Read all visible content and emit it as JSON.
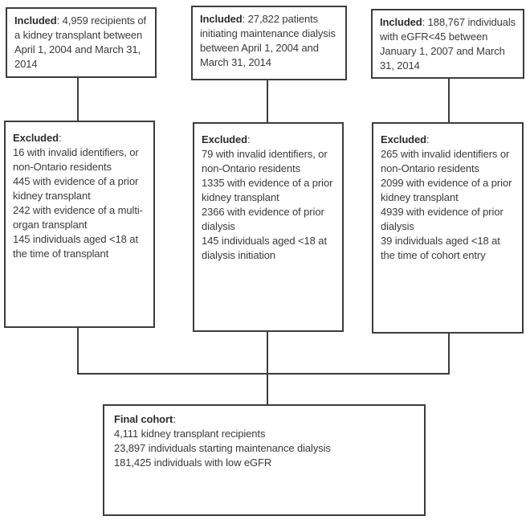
{
  "included_boxes": [
    {
      "label": "Included",
      "text": ": 4,959 recipients of a kidney transplant between April 1, 2004 and March 31, 2014"
    },
    {
      "label": "Included",
      "text": ": 27,822 patients initiating maintenance dialysis between April 1, 2004 and March 31, 2014"
    },
    {
      "label": "Included",
      "text": ": 188,767 individuals with eGFR<45 between January 1, 2007 and March 31, 2014"
    }
  ],
  "excluded_boxes": [
    {
      "label": "Excluded",
      "colon": ":",
      "items": [
        "16 with invalid identifiers, or non-Ontario residents",
        "445 with evidence of a prior kidney transplant",
        "242 with evidence of a multi-organ transplant",
        "145 individuals aged <18 at the time of transplant"
      ]
    },
    {
      "label": "Excluded",
      "colon": ":",
      "items": [
        "79 with invalid identifiers, or non-Ontario residents",
        "1335 with evidence of a prior kidney transplant",
        "2366 with evidence of prior dialysis",
        "145 individuals aged <18 at dialysis initiation"
      ]
    },
    {
      "label": "Excluded",
      "colon": ":",
      "items": [
        "265 with invalid identifiers or non-Ontario residents",
        "2099 with evidence of a prior kidney transplant",
        "4939 with evidence of prior dialysis",
        "39 individuals aged <18 at the time of cohort entry"
      ]
    }
  ],
  "final_box": {
    "label": "Final cohort",
    "colon": ":",
    "items": [
      "4,111 kidney transplant recipients",
      "23,897 individuals starting maintenance dialysis",
      "181,425 individuals with low eGFR"
    ]
  },
  "colors": {
    "border": "#3c3c3c",
    "text": "#3a3a3a",
    "background": "#ffffff"
  }
}
